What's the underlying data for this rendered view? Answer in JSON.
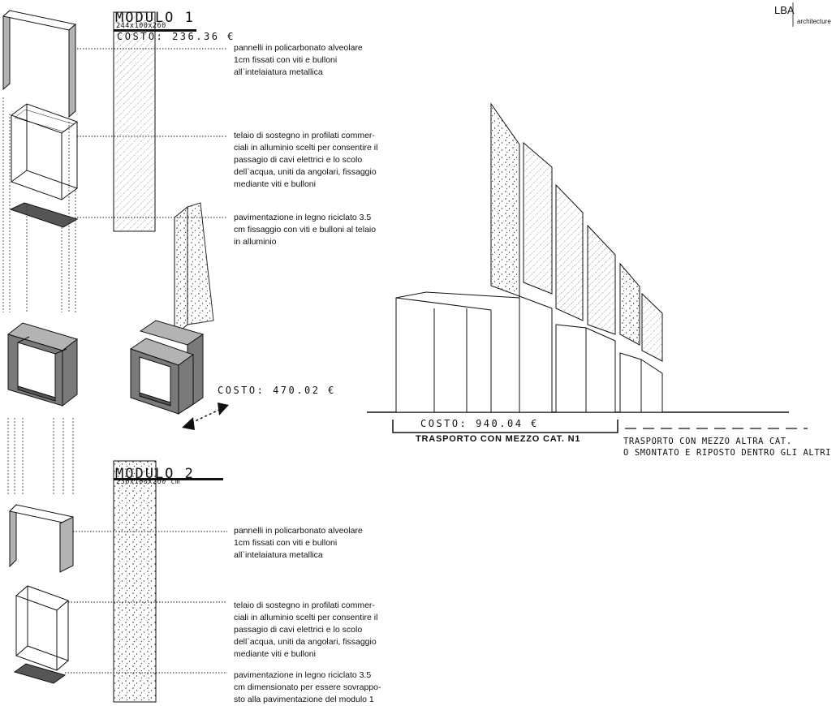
{
  "logo": {
    "main": "LBA",
    "sub": "architecture"
  },
  "modulo1": {
    "title": "MODULO 1",
    "dims": "244x100x260",
    "cost": "COSTO: 236.36 €",
    "notes": [
      [
        "pannelli in policarbonato alveolare",
        "1cm fissati con viti e bulloni",
        "all`intelaiatura  metallica"
      ],
      [
        "telaio di sostegno in profilati commer-",
        "ciali in alluminio scelti per consentire il",
        "passagio di cavi elettrici e lo scolo",
        "dell`acqua, uniti da angolari, fissaggio",
        "mediante viti e bulloni"
      ],
      [
        "pavimentazione in legno riciclato 3.5",
        "cm fissaggio con viti e bulloni al telaio",
        "in alluminio"
      ]
    ]
  },
  "combined": {
    "cost": "COSTO: 470.02 €"
  },
  "modulo2": {
    "title": "MODULO 2",
    "dims": "230x100x260 cm",
    "notes": [
      [
        "pannelli in policarbonato alveolare",
        "1cm fissati con viti e bulloni",
        "all`intelaiatura  metallica"
      ],
      [
        "telaio di sostegno in profilati commer-",
        "ciali in alluminio scelti per consentire il",
        "passagio di cavi elettrici e lo scolo",
        "dell`acqua, uniti da angolari, fissaggio",
        "mediante viti e bulloni"
      ],
      [
        "pavimentazione in legno riciclato 3.5",
        "cm dimensionato per essere sovrappo-",
        "sto alla pavimentazione del modulo 1"
      ]
    ]
  },
  "transport": {
    "cost": "COSTO: 940.04 €",
    "n1": "TRASPORTO CON MEZZO CAT. N1",
    "other_line1": "TRASPORTO CON MEZZO ALTRA CAT.",
    "other_line2": "O SMONTATO E RIPOSTO DENTRO GLI ALTRI"
  },
  "colors": {
    "panel_gray": "#b3b3b3",
    "dark_gray": "#7a7a7a",
    "floor": "#555555",
    "line": "#111111"
  }
}
